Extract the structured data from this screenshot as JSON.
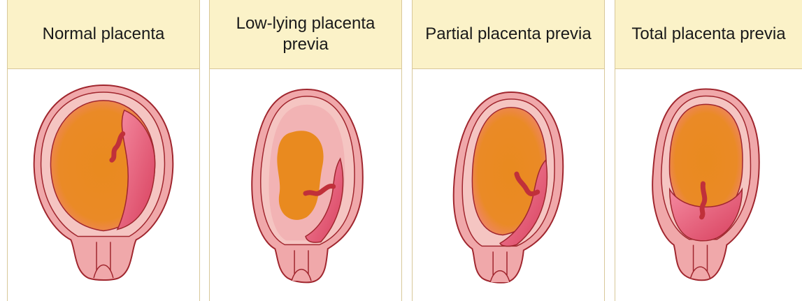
{
  "panels": [
    {
      "title": "Normal placenta",
      "icon": "uterus-normal-placenta-illustration"
    },
    {
      "title": "Low-lying placenta previa",
      "icon": "uterus-low-lying-placenta-previa-illustration"
    },
    {
      "title": "Partial placenta previa",
      "icon": "uterus-partial-placenta-previa-illustration"
    },
    {
      "title": "Total placenta previa",
      "icon": "uterus-total-placenta-previa-illustration"
    }
  ],
  "colors": {
    "header_bg": "#fbf2c8",
    "border": "#d8c89a",
    "uterus_wall": "#f0a8aa",
    "outline": "#a0262e",
    "fetal_sac": "#e98a1f",
    "placenta": "#e0506b"
  }
}
